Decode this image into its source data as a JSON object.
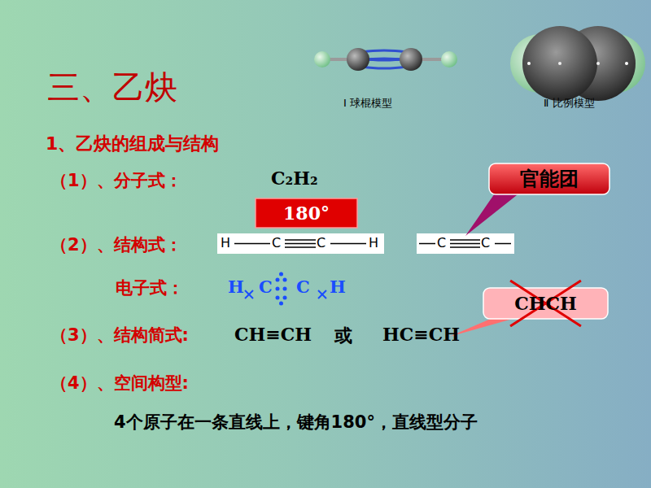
{
  "diagram": {
    "title": "三、乙炔",
    "nodes": [
      {
        "text": [
          "180°"
        ]
      },
      {
        "text": [
          "官能团"
        ]
      },
      {
        "text": [
          "CHCH"
        ]
      }
    ],
    "labels": [
      "Ⅰ 球棍模型",
      "Ⅱ 比例模型",
      "1、乙炔的组成与结构",
      "（1）、分子式：",
      "C₂H₂",
      "（2）、结构式：",
      "H",
      "C",
      "C",
      "H",
      "C",
      "C",
      "电子式：",
      "H",
      "C",
      "C",
      "H",
      "（3）、结构简式:",
      "CH≡CH",
      "或",
      "HC≡CH",
      "（4）、空间构型:",
      "4个原子在一条直线上，键角180°，直线型分子"
    ]
  }
}
